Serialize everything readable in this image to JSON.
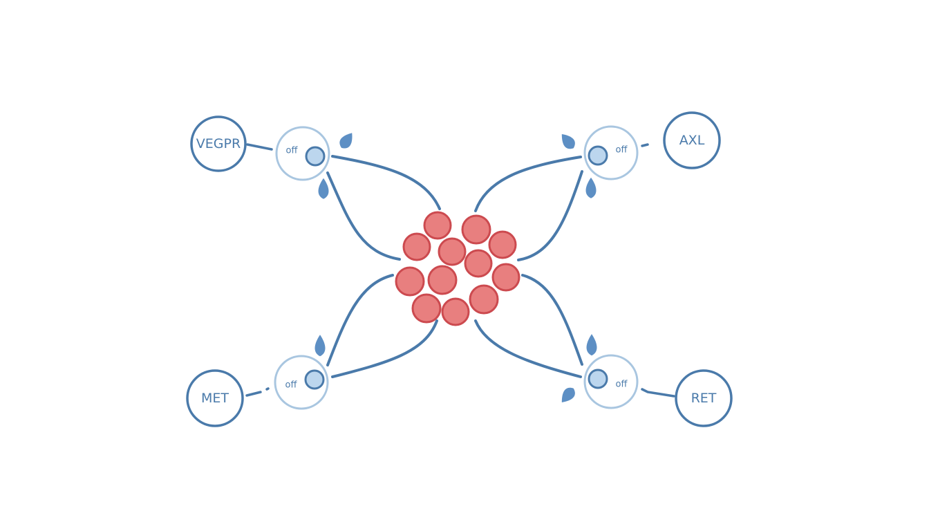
{
  "colors": {
    "pathway": "#4a7aaa",
    "switch_ring": "#a9c6e0",
    "switch_knob_fill": "#bcd6ee",
    "droplet": "#5d8fc4",
    "cluster_fill": "#e87f7f",
    "cluster_stroke": "#cc4a4f",
    "background": "#ffffff"
  },
  "receptors": [
    {
      "id": "vegpr",
      "label": "VEGPR"
    },
    {
      "id": "axl",
      "label": "AXL"
    },
    {
      "id": "met",
      "label": "MET"
    },
    {
      "id": "ret",
      "label": "RET"
    }
  ],
  "switches": [
    {
      "id": "vegpr",
      "label": "off"
    },
    {
      "id": "axl",
      "label": "off"
    },
    {
      "id": "met",
      "label": "off"
    },
    {
      "id": "ret",
      "label": "off"
    }
  ]
}
